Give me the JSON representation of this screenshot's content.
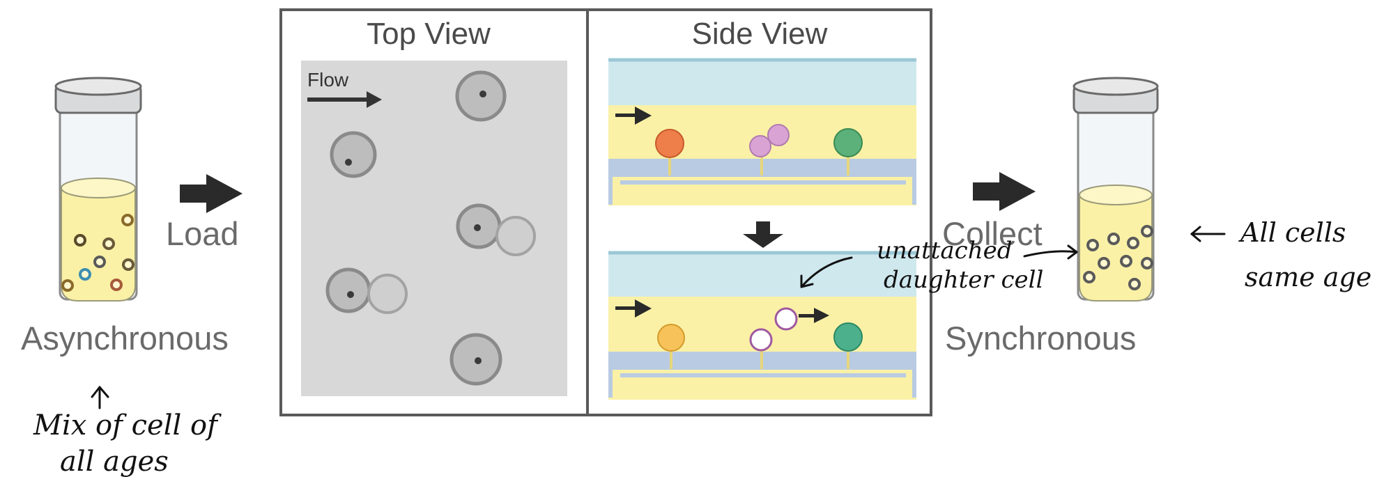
{
  "left": {
    "load_label": "Load",
    "state_label": "Asynchronous"
  },
  "panels": {
    "top_view_title": "Top View",
    "flow_label": "Flow",
    "side_view_title": "Side View"
  },
  "right": {
    "collect_label": "Collect",
    "state_label": "Synchronous"
  },
  "annotations": {
    "mix_note_line1": "Mix of cell of",
    "mix_note_line2": "all ages",
    "unattached_line1": "unattached",
    "unattached_line2": "daughter cell",
    "all_cells_line1": "All cells",
    "all_cells_line2": "same age"
  },
  "colors": {
    "frame": "#5a5a5a",
    "medium_yellow": "#faf1a6",
    "water_blue": "#cfe8ee",
    "membrane_blue": "#b9cbe2",
    "cell_orange": "#ee7e4a",
    "cell_pink": "#d9a3d4",
    "cell_green": "#5cb17a",
    "cell_yellow": "#f8c25a",
    "cell_teal": "#4db08c"
  }
}
